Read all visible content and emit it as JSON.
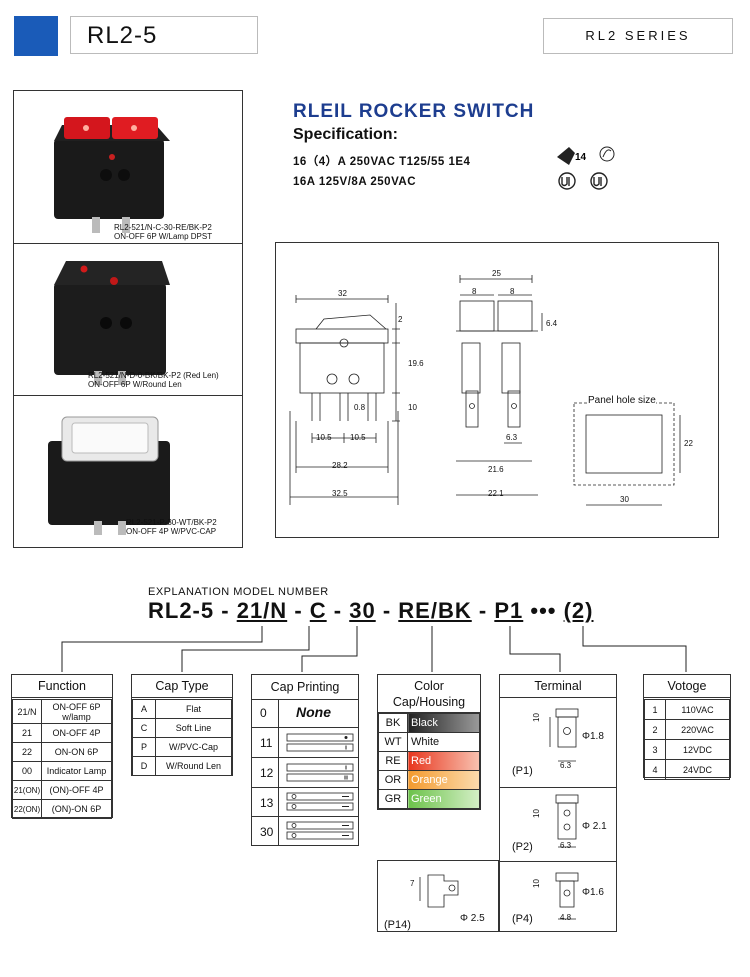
{
  "header": {
    "title": "RL2-5",
    "series": "RL2 SERIES"
  },
  "products": [
    {
      "model": "RL2-521/N-C-30-RE/BK-P2",
      "desc": "ON-OFF 6P W/Lamp DPST"
    },
    {
      "model": "RL2-521/N-D-0-BK/BK-P2 (Red Len)",
      "desc": "ON-OFF 6P W/Round Len"
    },
    {
      "model": "RL2-521-P-30-WT/BK-P2",
      "desc": "ON-OFF 4P W/PVC-CAP"
    }
  ],
  "spec": {
    "title": "RLEIL ROCKER SWITCH",
    "subtitle": "Specification:",
    "line1": "16（4）A 250VAC T125/55  1E4",
    "line2": "16A  125V/8A  250VAC"
  },
  "dims": {
    "d32": "32",
    "d2": "2",
    "d19_6": "19.6",
    "d10a": "10",
    "d0_8": "0.8",
    "d10_5a": "10.5",
    "d10_5b": "10.5",
    "d28_2": "28.2",
    "d32_5": "32.5",
    "d25": "25",
    "d8a": "8",
    "d8b": "8",
    "d6_4": "6.4",
    "d6_3": "6.3",
    "d21_6": "21.6",
    "d22_1": "22.1",
    "panel_label": "Panel hole size",
    "d22": "22",
    "d30": "30"
  },
  "model_number": {
    "label": "EXPLANATION MODEL NUMBER",
    "parts": [
      "RL2-5",
      "-",
      "21/N",
      "-",
      "C",
      "-",
      "30",
      "-",
      "RE/BK",
      "-",
      "P1",
      "•••",
      "(2)"
    ]
  },
  "function": {
    "title": "Function",
    "rows": [
      [
        "21/N",
        "ON-OFF 6P w/lamp"
      ],
      [
        "21",
        "ON-OFF  4P"
      ],
      [
        "22",
        "ON-ON  6P"
      ],
      [
        "00",
        "Indicator Lamp"
      ],
      [
        "21(ON)",
        "(ON)-OFF  4P"
      ],
      [
        "22(ON)",
        "(ON)-ON  6P"
      ]
    ]
  },
  "cap_type": {
    "title": "Cap Type",
    "rows": [
      [
        "A",
        "Flat"
      ],
      [
        "C",
        "Soft  Line"
      ],
      [
        "P",
        "W/PVC-Cap"
      ],
      [
        "D",
        "W/Round Len"
      ]
    ]
  },
  "cap_printing": {
    "title": "Cap Printing",
    "rows": [
      {
        "code": "0",
        "text": "None"
      },
      {
        "code": "11"
      },
      {
        "code": "12"
      },
      {
        "code": "13"
      },
      {
        "code": "30"
      }
    ]
  },
  "color": {
    "title1": "Color",
    "title2": "Cap/Housing",
    "rows": [
      {
        "code": "BK",
        "name": "Black",
        "color": "#222222"
      },
      {
        "code": "WT",
        "name": "White",
        "color": "#ffffff"
      },
      {
        "code": "RE",
        "name": "Red",
        "color": "#e8361e"
      },
      {
        "code": "OR",
        "name": "Orange",
        "color": "#f39a2e"
      },
      {
        "code": "GR",
        "name": "Green",
        "color": "#6cc24a"
      }
    ]
  },
  "terminal": {
    "title": "Terminal",
    "p1": {
      "label": "(P1)",
      "h": "10",
      "w": "6.3",
      "dia": "Φ1.8"
    },
    "p2": {
      "label": "(P2)",
      "h": "10",
      "w": "6.3",
      "dia": "Φ 2.1"
    },
    "p14": {
      "label": "(P14)",
      "h": "7",
      "dia": "Φ 2.5"
    },
    "p4": {
      "label": "(P4)",
      "h": "10",
      "w": "4.8",
      "dia": "Φ1.6"
    }
  },
  "voltage": {
    "title": "Votoge",
    "rows": [
      [
        "1",
        "110VAC"
      ],
      [
        "2",
        "220VAC"
      ],
      [
        "3",
        "12VDC"
      ],
      [
        "4",
        "24VDC"
      ]
    ]
  }
}
